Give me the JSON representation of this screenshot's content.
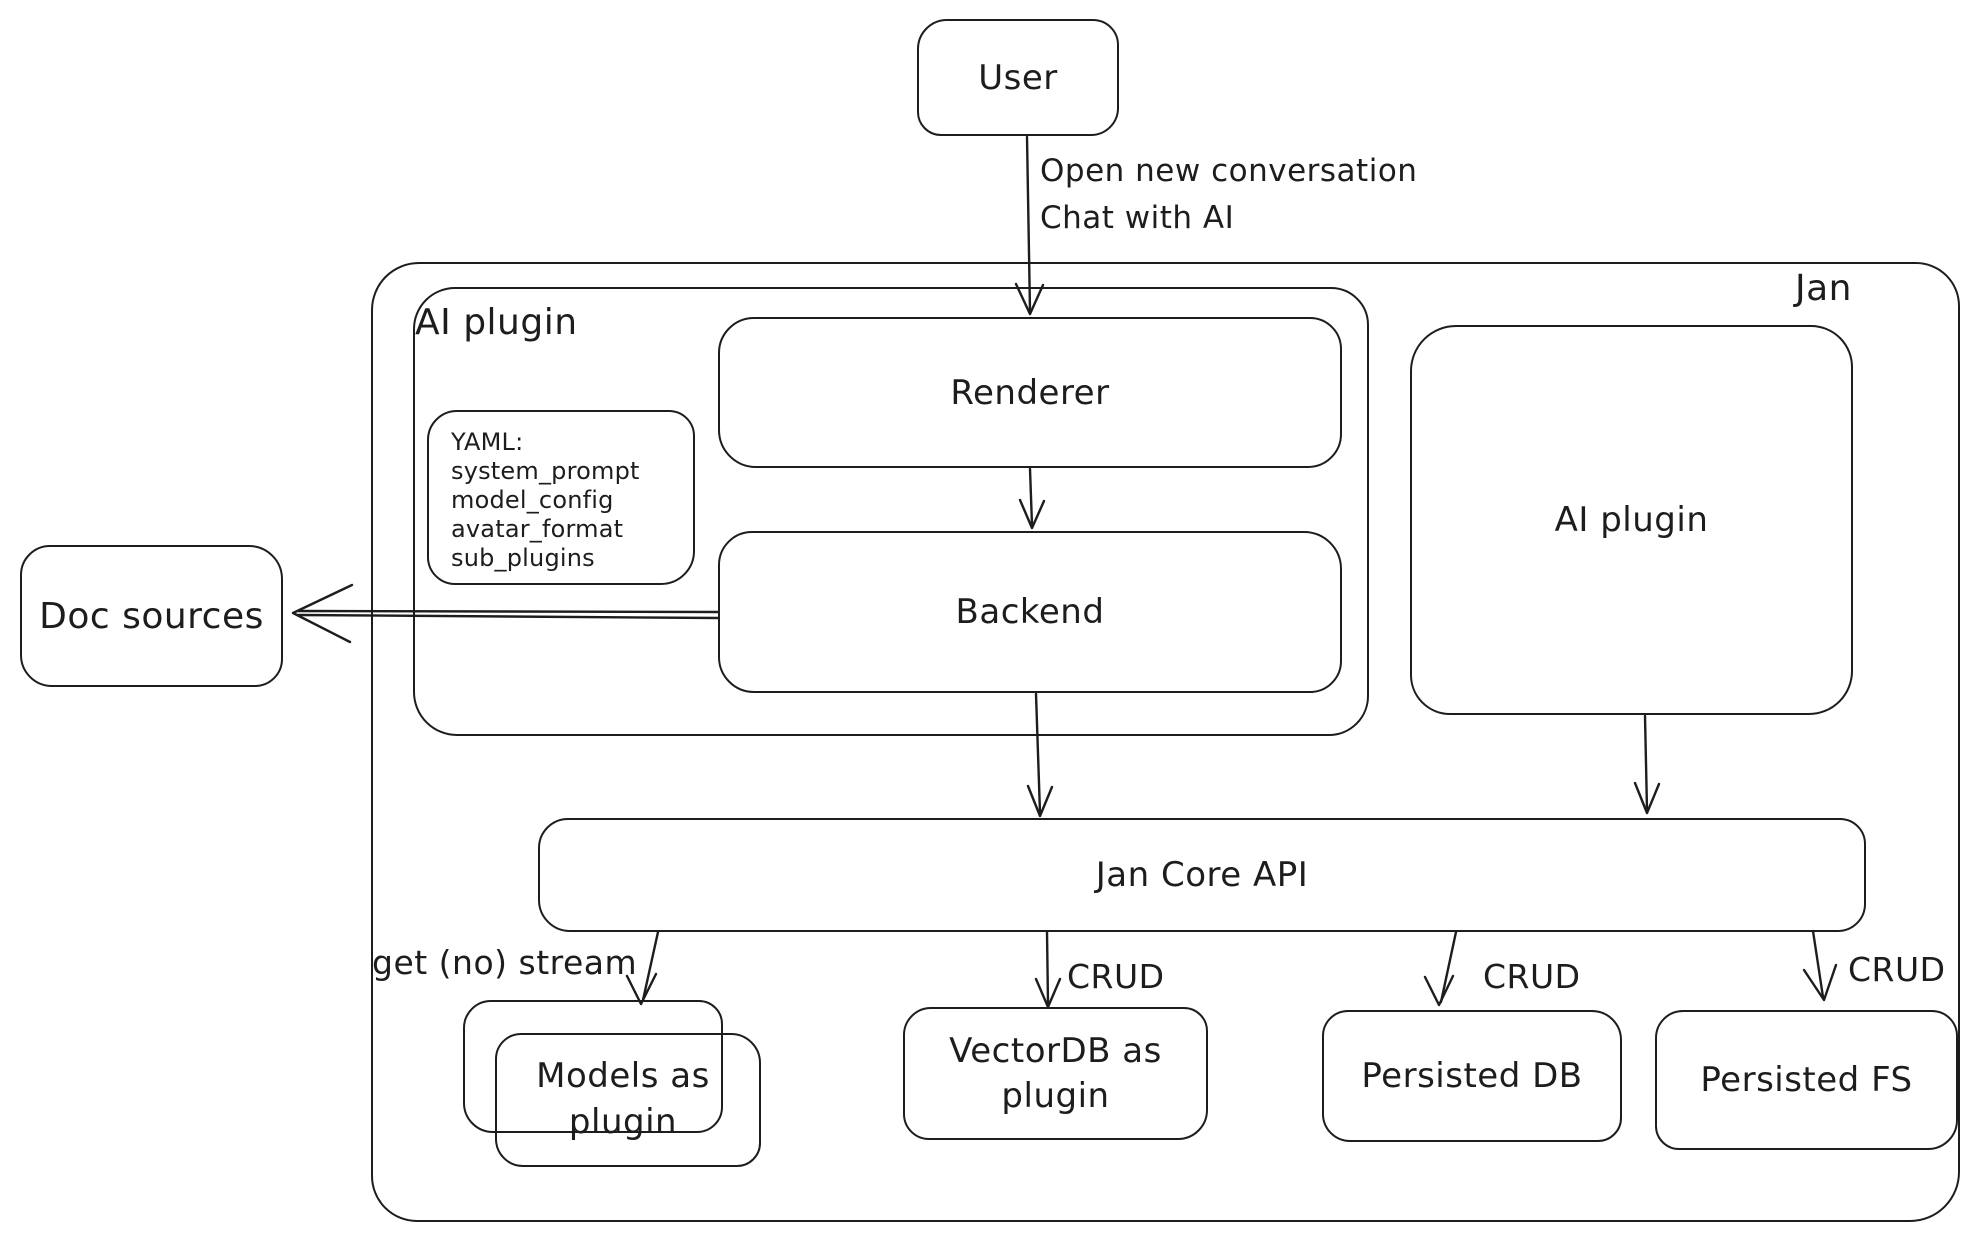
{
  "canvas": {
    "background": "#ffffff",
    "stroke_color": "#1d1d1d"
  },
  "nodes": {
    "user": {
      "label": "User"
    },
    "jan_container": {
      "label": "Jan"
    },
    "ai_plugin_group": {
      "label": "AI plugin"
    },
    "renderer": {
      "label": "Renderer"
    },
    "backend": {
      "label": "Backend"
    },
    "yaml_note": {
      "title": "YAML:",
      "lines": [
        "system_prompt",
        "model_config",
        "avatar_format",
        "sub_plugins"
      ]
    },
    "doc_sources": {
      "label": "Doc sources"
    },
    "ai_plugin_box": {
      "label": "AI plugin"
    },
    "jan_core_api": {
      "label": "Jan Core API"
    },
    "models_as_plugin": {
      "label": "Models as plugin"
    },
    "vectordb_as_plugin": {
      "label": "VectorDB as plugin"
    },
    "persisted_db": {
      "label": "Persisted DB"
    },
    "persisted_fs": {
      "label": "Persisted FS"
    }
  },
  "edge_labels": {
    "user_action": "Open new conversation\nChat with AI",
    "models_edge": "get (no) stream",
    "vectordb_edge": "CRUD",
    "persisted_db_edge": "CRUD",
    "persisted_fs_edge": "CRUD"
  }
}
